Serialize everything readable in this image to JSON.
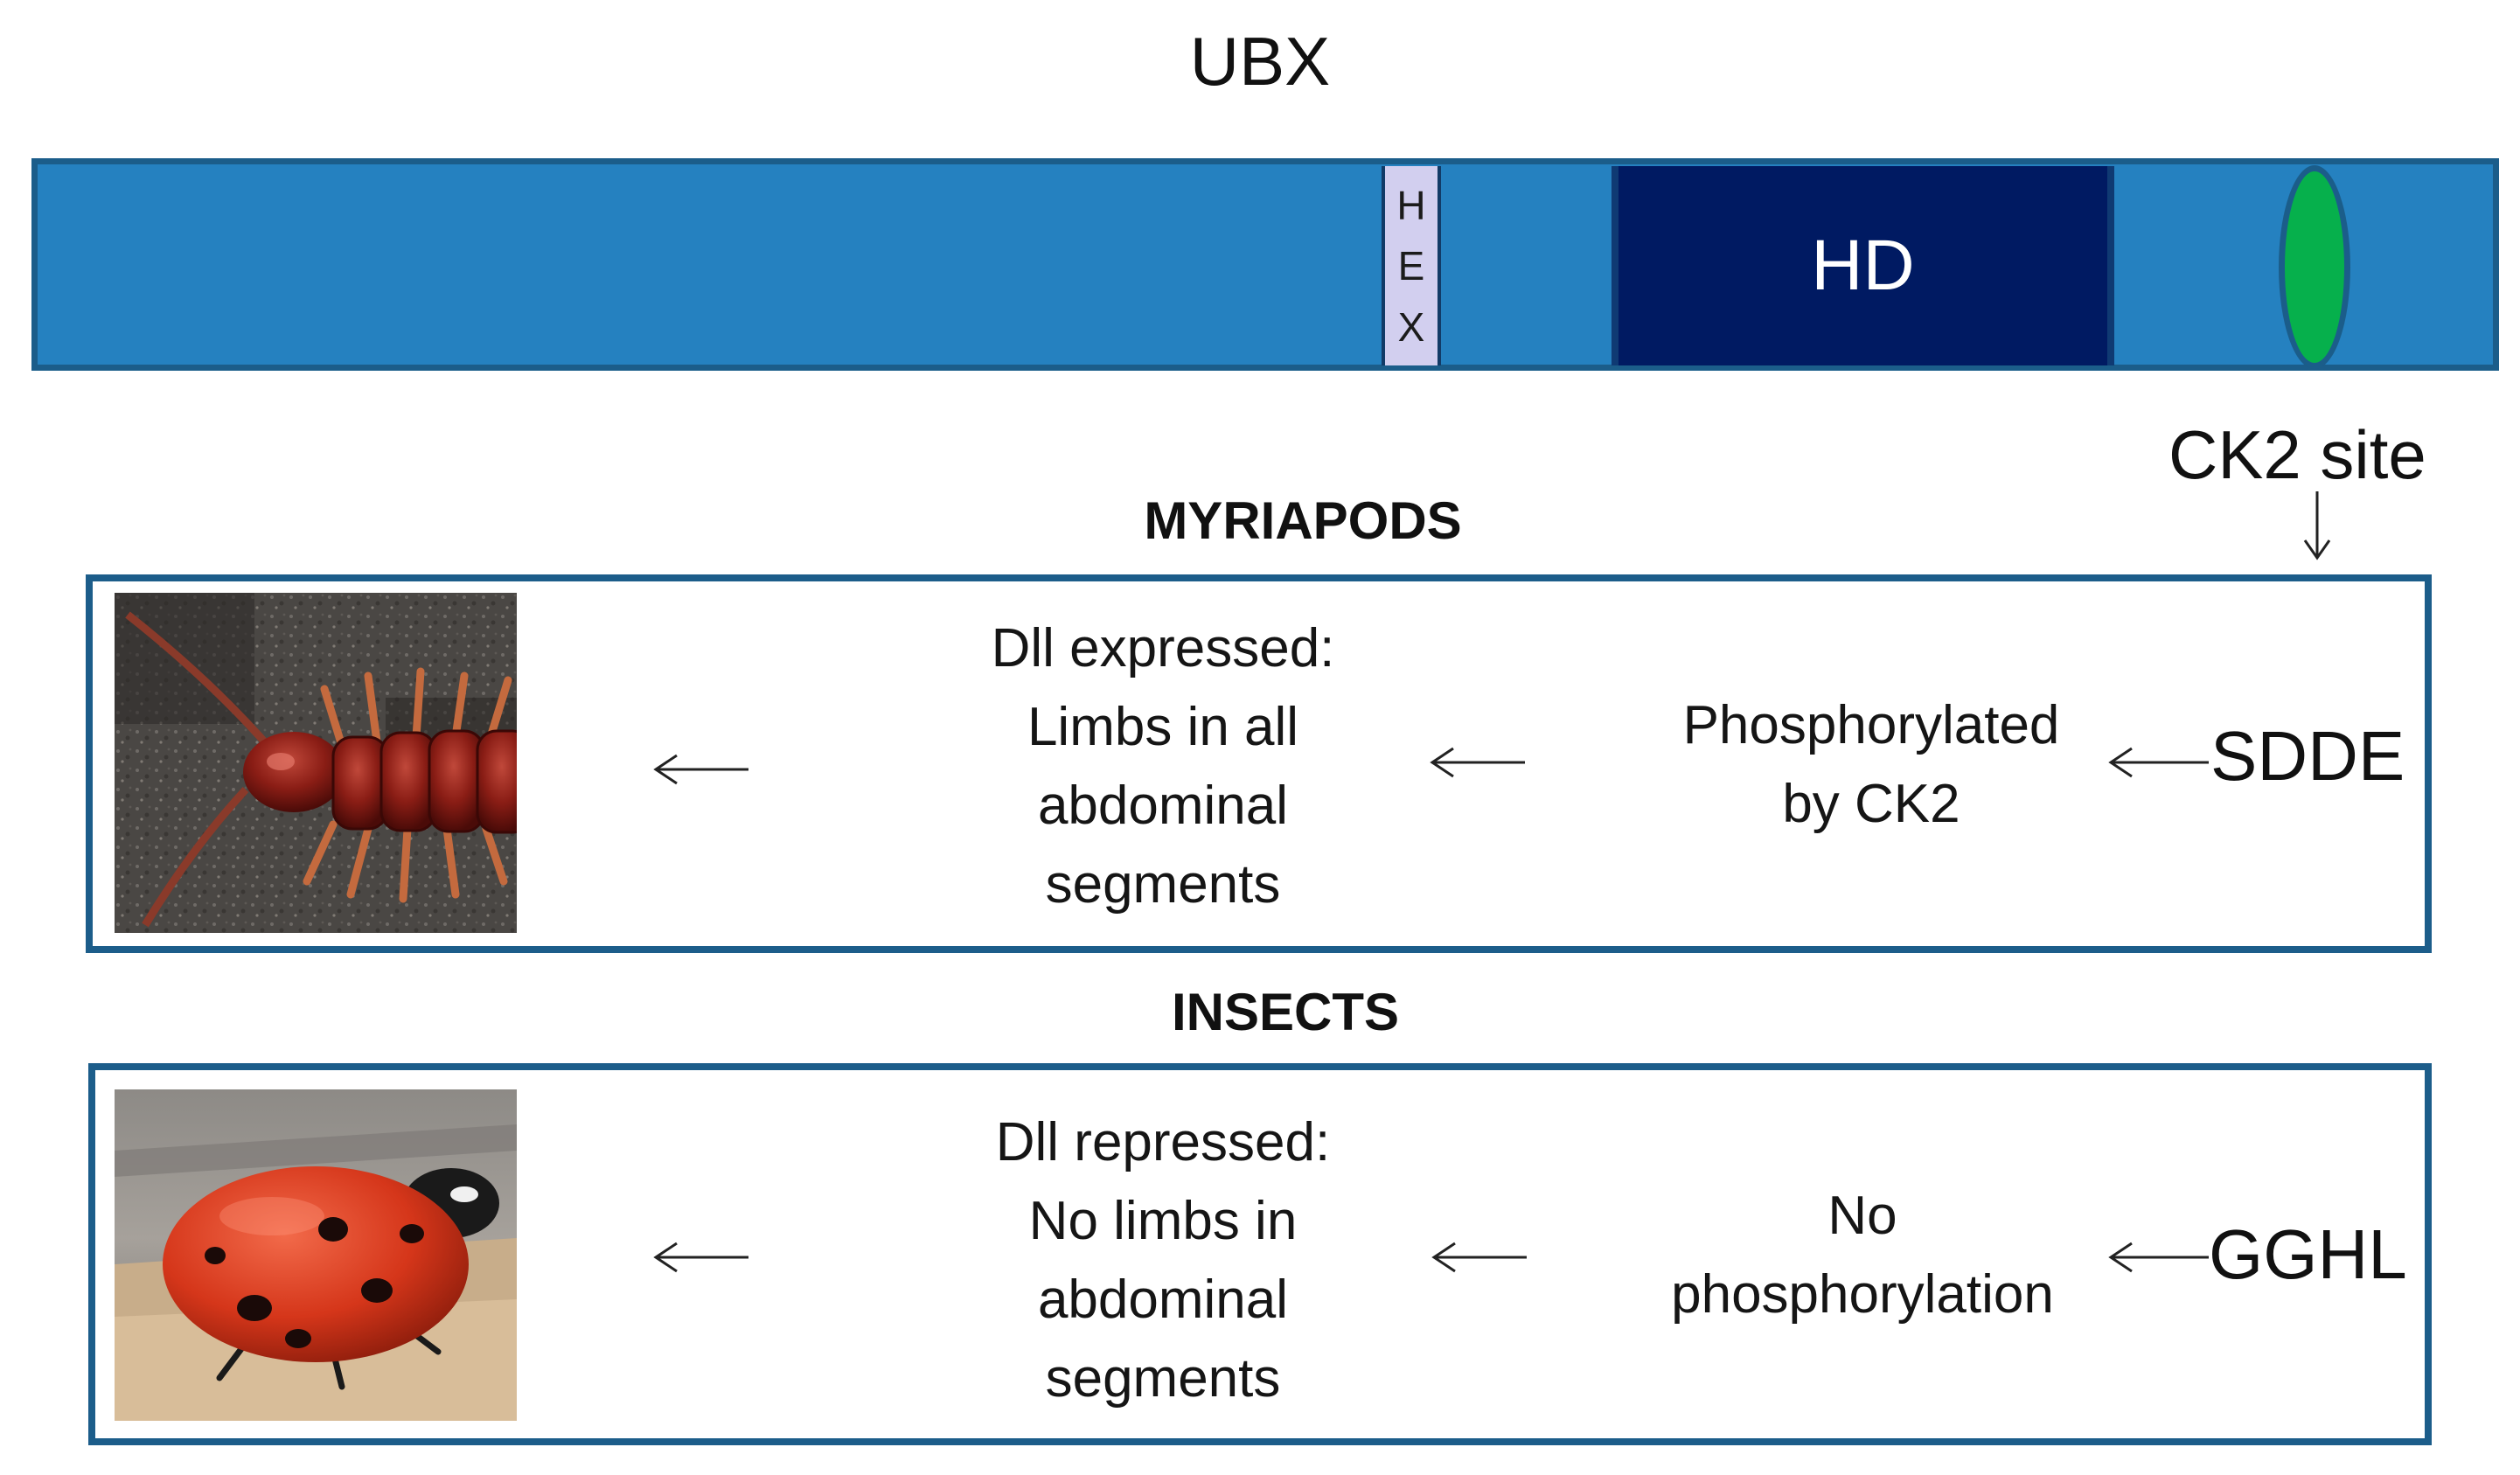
{
  "protein": {
    "title": "UBX",
    "hex_letters": [
      "H",
      "E",
      "X"
    ],
    "hd_label": "HD",
    "ck2_site_label": "CK2 site",
    "colors": {
      "bar": "#2581c0",
      "bar_border": "#1b5d8a",
      "hex": "#d2cfef",
      "hd": "#001a62",
      "ck2_site": "#06b04c"
    }
  },
  "myriapods": {
    "title": "MYRIAPODS",
    "photo": "centipede-photo",
    "outcome_lines": [
      "Dll expressed:",
      "Limbs in all",
      "abdominal",
      "segments"
    ],
    "effect_lines": [
      "Phosphorylated",
      "by CK2"
    ],
    "sequence": "SDDE"
  },
  "insects": {
    "title": "INSECTS",
    "photo": "ladybird-photo",
    "outcome_lines": [
      "Dll repressed:",
      "No limbs in",
      "abdominal",
      "segments"
    ],
    "effect_lines": [
      "No",
      "phosphorylation"
    ],
    "sequence": "GGHL"
  }
}
